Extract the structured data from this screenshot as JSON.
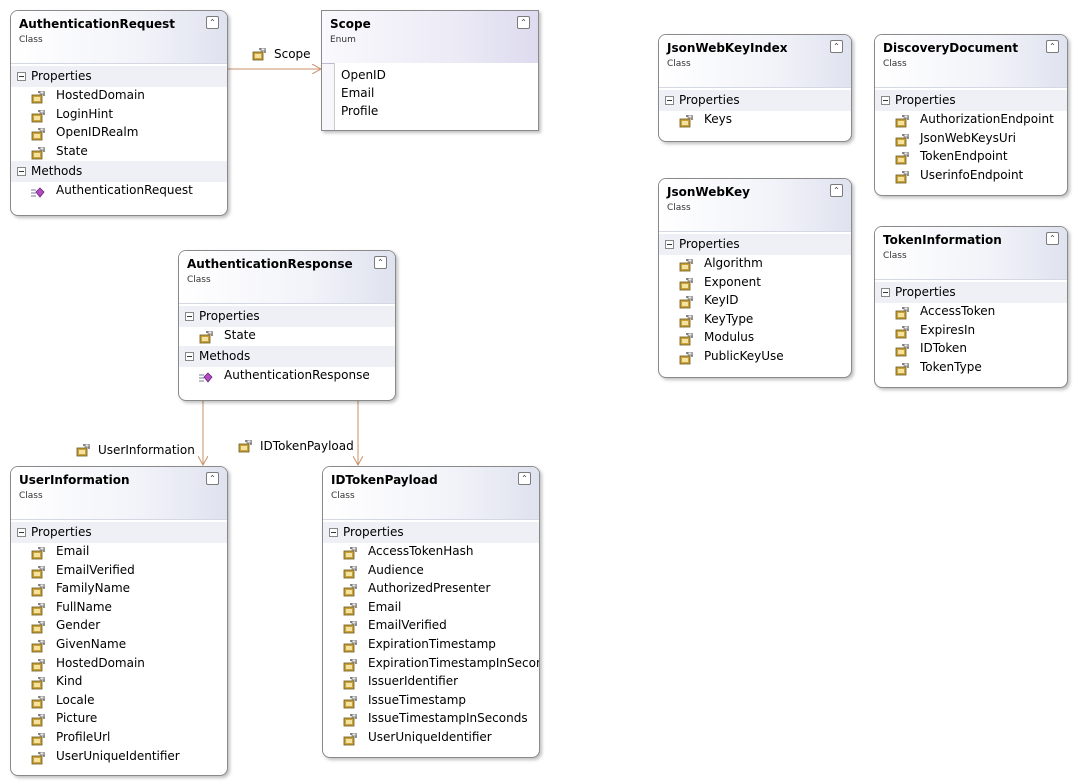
{
  "boxes": {
    "authReq": {
      "title": "AuthenticationRequest",
      "stereotype": "Class",
      "properties_label": "Properties",
      "properties": [
        "HostedDomain",
        "LoginHint",
        "OpenIDRealm",
        "State"
      ],
      "methods_label": "Methods",
      "methods": [
        "AuthenticationRequest"
      ]
    },
    "scope": {
      "title": "Scope",
      "stereotype": "Enum",
      "values": [
        "OpenID",
        "Email",
        "Profile"
      ]
    },
    "authResp": {
      "title": "AuthenticationResponse",
      "stereotype": "Class",
      "properties_label": "Properties",
      "properties": [
        "State"
      ],
      "methods_label": "Methods",
      "methods": [
        "AuthenticationResponse"
      ]
    },
    "userInfo": {
      "title": "UserInformation",
      "stereotype": "Class",
      "properties_label": "Properties",
      "properties": [
        "Email",
        "EmailVerified",
        "FamilyName",
        "FullName",
        "Gender",
        "GivenName",
        "HostedDomain",
        "Kind",
        "Locale",
        "Picture",
        "ProfileUrl",
        "UserUniqueIdentifier"
      ]
    },
    "idToken": {
      "title": "IDTokenPayload",
      "stereotype": "Class",
      "properties_label": "Properties",
      "properties": [
        "AccessTokenHash",
        "Audience",
        "AuthorizedPresenter",
        "Email",
        "EmailVerified",
        "ExpirationTimestamp",
        "ExpirationTimestampInSecon…",
        "IssuerIdentifier",
        "IssueTimestamp",
        "IssueTimestampInSeconds",
        "UserUniqueIdentifier"
      ]
    },
    "jwkIndex": {
      "title": "JsonWebKeyIndex",
      "stereotype": "Class",
      "properties_label": "Properties",
      "properties": [
        "Keys"
      ]
    },
    "jwk": {
      "title": "JsonWebKey",
      "stereotype": "Class",
      "properties_label": "Properties",
      "properties": [
        "Algorithm",
        "Exponent",
        "KeyID",
        "KeyType",
        "Modulus",
        "PublicKeyUse"
      ]
    },
    "discovery": {
      "title": "DiscoveryDocument",
      "stereotype": "Class",
      "properties_label": "Properties",
      "properties": [
        "AuthorizationEndpoint",
        "JsonWebKeysUri",
        "TokenEndpoint",
        "UserinfoEndpoint"
      ]
    },
    "tokenInfo": {
      "title": "TokenInformation",
      "stereotype": "Class",
      "properties_label": "Properties",
      "properties": [
        "AccessToken",
        "ExpiresIn",
        "IDToken",
        "TokenType"
      ]
    }
  },
  "associations": {
    "scope": "Scope",
    "userInformation": "UserInformation",
    "idTokenPayload": "IDTokenPayload"
  },
  "icons": {
    "property": "property-icon",
    "method": "method-icon",
    "collapse": "collapse-chevron-icon"
  },
  "colors": {
    "connector": "#c8906a",
    "header_gradient_end": "#dfe2ef",
    "section_bg": "#eef0f6",
    "enum_bg": "#dddbee"
  }
}
